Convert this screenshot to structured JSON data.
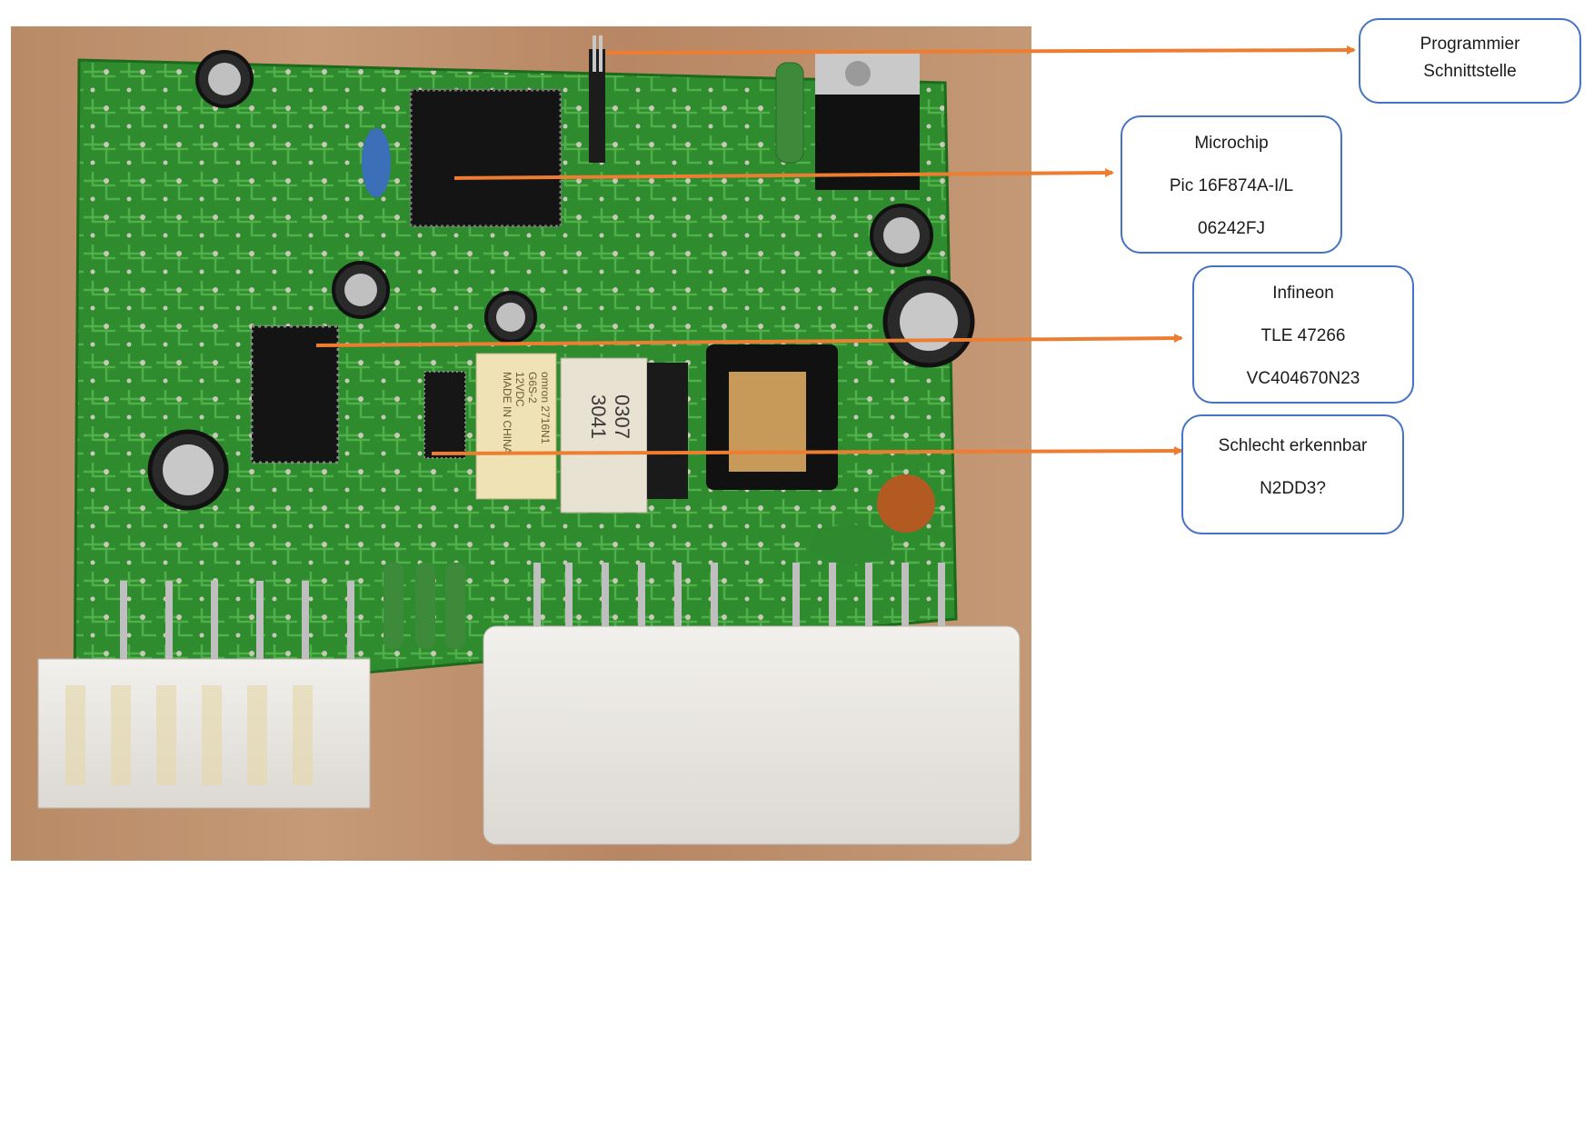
{
  "annotations": {
    "programming": {
      "lines": [
        "Programmier",
        "Schnittstelle"
      ]
    },
    "microchip": {
      "lines": [
        "Microchip",
        "Pic 16F874A-I/L",
        "06242FJ"
      ]
    },
    "infineon": {
      "lines": [
        "Infineon",
        "TLE 47266",
        "VC404670N23"
      ]
    },
    "unclear": {
      "lines": [
        "Schlecht erkennbar",
        "N2DD3?"
      ]
    }
  },
  "colors": {
    "arrow": "#ed7d31",
    "box_border": "#4472c4",
    "pcb_green": "#2f8a2e"
  },
  "photo": {
    "relay_text": [
      "omron 2716N1",
      "G6S-2",
      "12VDC",
      "MADE IN CHINA"
    ],
    "label_text": [
      "0307",
      "3041"
    ]
  }
}
